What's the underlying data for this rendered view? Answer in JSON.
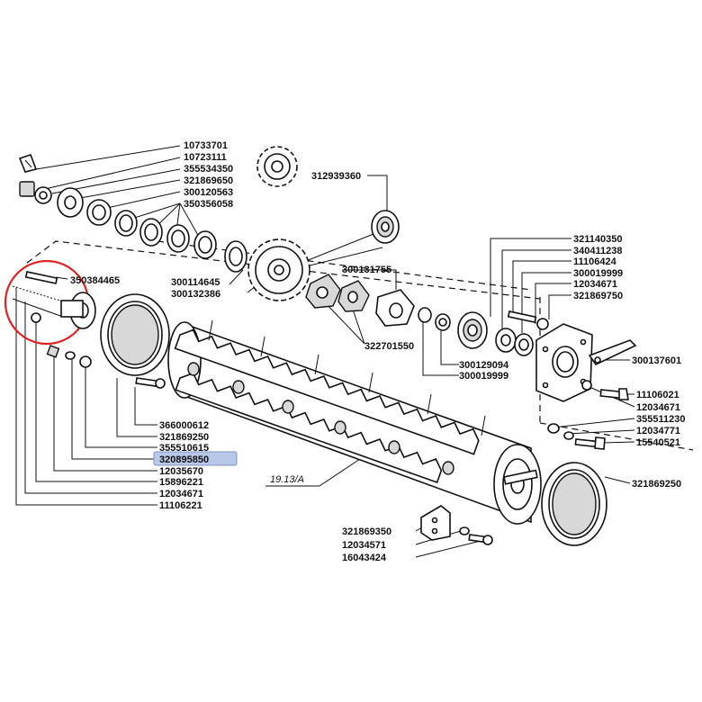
{
  "colors": {
    "ink": "#111111",
    "highlight_fill": "#b9c7e8",
    "highlight_stroke": "#7d93c9",
    "callout_circle": "#dd2222"
  },
  "labels": {
    "l10733701": "10733701",
    "l10723111": "10723111",
    "l355534350": "355534350",
    "l321869650": "321869650",
    "l300120563": "300120563",
    "l350356058": "350356058",
    "l312939360": "312939360",
    "l300114645": "300114645",
    "l300132386": "300132386",
    "l300131755": "300131755",
    "l322701550": "322701550",
    "l300129094": "300129094",
    "l300019999b": "300019999",
    "l350384465": "350384465",
    "l321140350": "321140350",
    "l340411238": "340411238",
    "l11106424": "11106424",
    "l300019999a": "300019999",
    "l12034671a": "12034671",
    "l321869750": "321869750",
    "l300137601": "300137601",
    "l11106021": "11106021",
    "l12034671b": "12034671",
    "l355511230": "355511230",
    "l12034771": "12034771",
    "l15540521": "15540521",
    "l366000612": "366000612",
    "l321869250a": "321869250",
    "l355510615": "355510615",
    "l320895850": "320895850",
    "l12035670": "12035670",
    "l15896221": "15896221",
    "l12034671c": "12034671",
    "l11106221": "11106221",
    "l321869250b": "321869250",
    "l321869350": "321869350",
    "l12034571": "12034571",
    "l16043424": "16043424",
    "ref_19_13a": "19.13/A"
  }
}
